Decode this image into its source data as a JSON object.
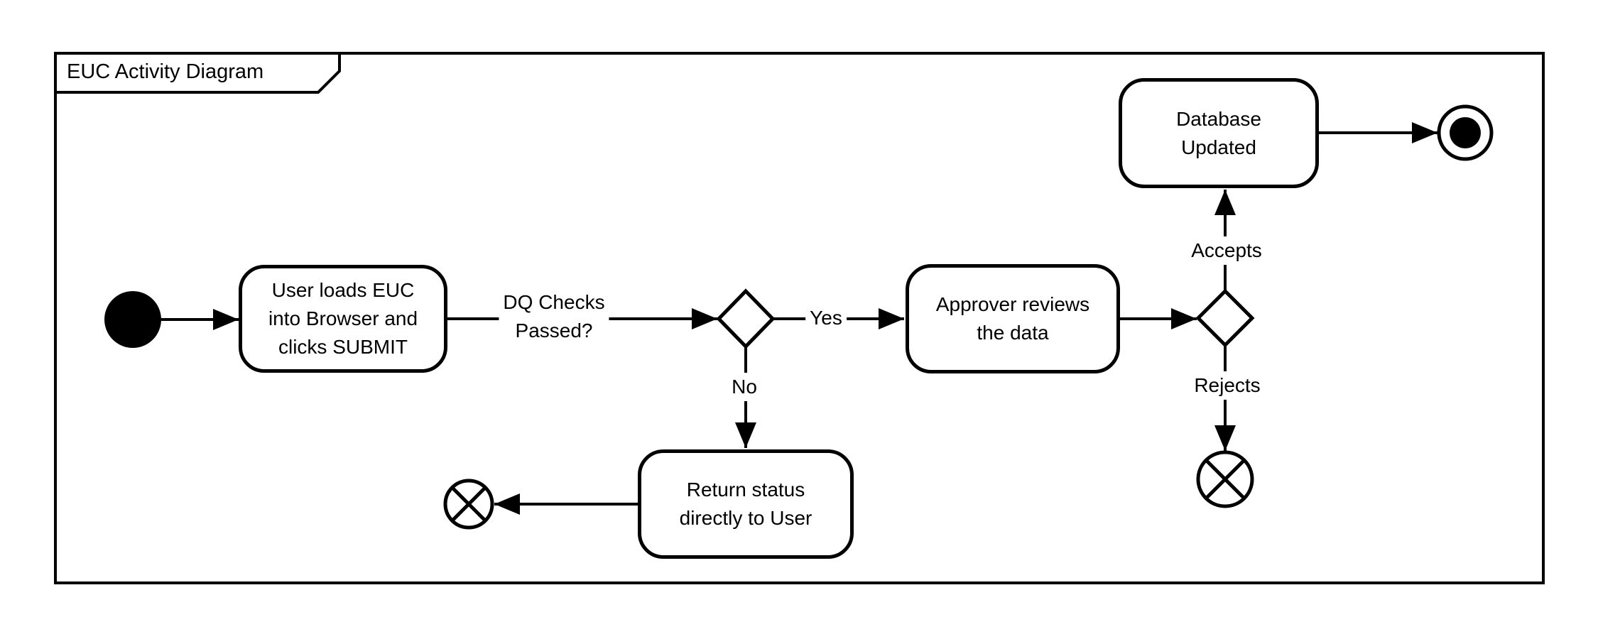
{
  "diagram": {
    "frame_title": "EUC Activity Diagram",
    "nodes": {
      "activity1": {
        "label": [
          "User loads EUC",
          "into Browser and",
          "clicks SUBMIT"
        ]
      },
      "activity2": {
        "label": [
          "Approver reviews",
          "the data"
        ]
      },
      "activity3": {
        "label": [
          "Database",
          "Updated"
        ]
      },
      "activity4": {
        "label": [
          "Return status",
          "directly to User"
        ]
      }
    },
    "edge_labels": {
      "dq": [
        "DQ Checks",
        "Passed?"
      ],
      "yes": "Yes",
      "no": "No",
      "accepts": "Accepts",
      "rejects": "Rejects"
    },
    "icons": {
      "initial_node": "filled-circle",
      "activity_final_node": "bullseye-circle",
      "flow_final_node": "circled-x",
      "decision_node": "diamond"
    },
    "colors": {
      "stroke": "#000000",
      "node_fill": "#ffffff",
      "background": "#ffffff"
    }
  }
}
